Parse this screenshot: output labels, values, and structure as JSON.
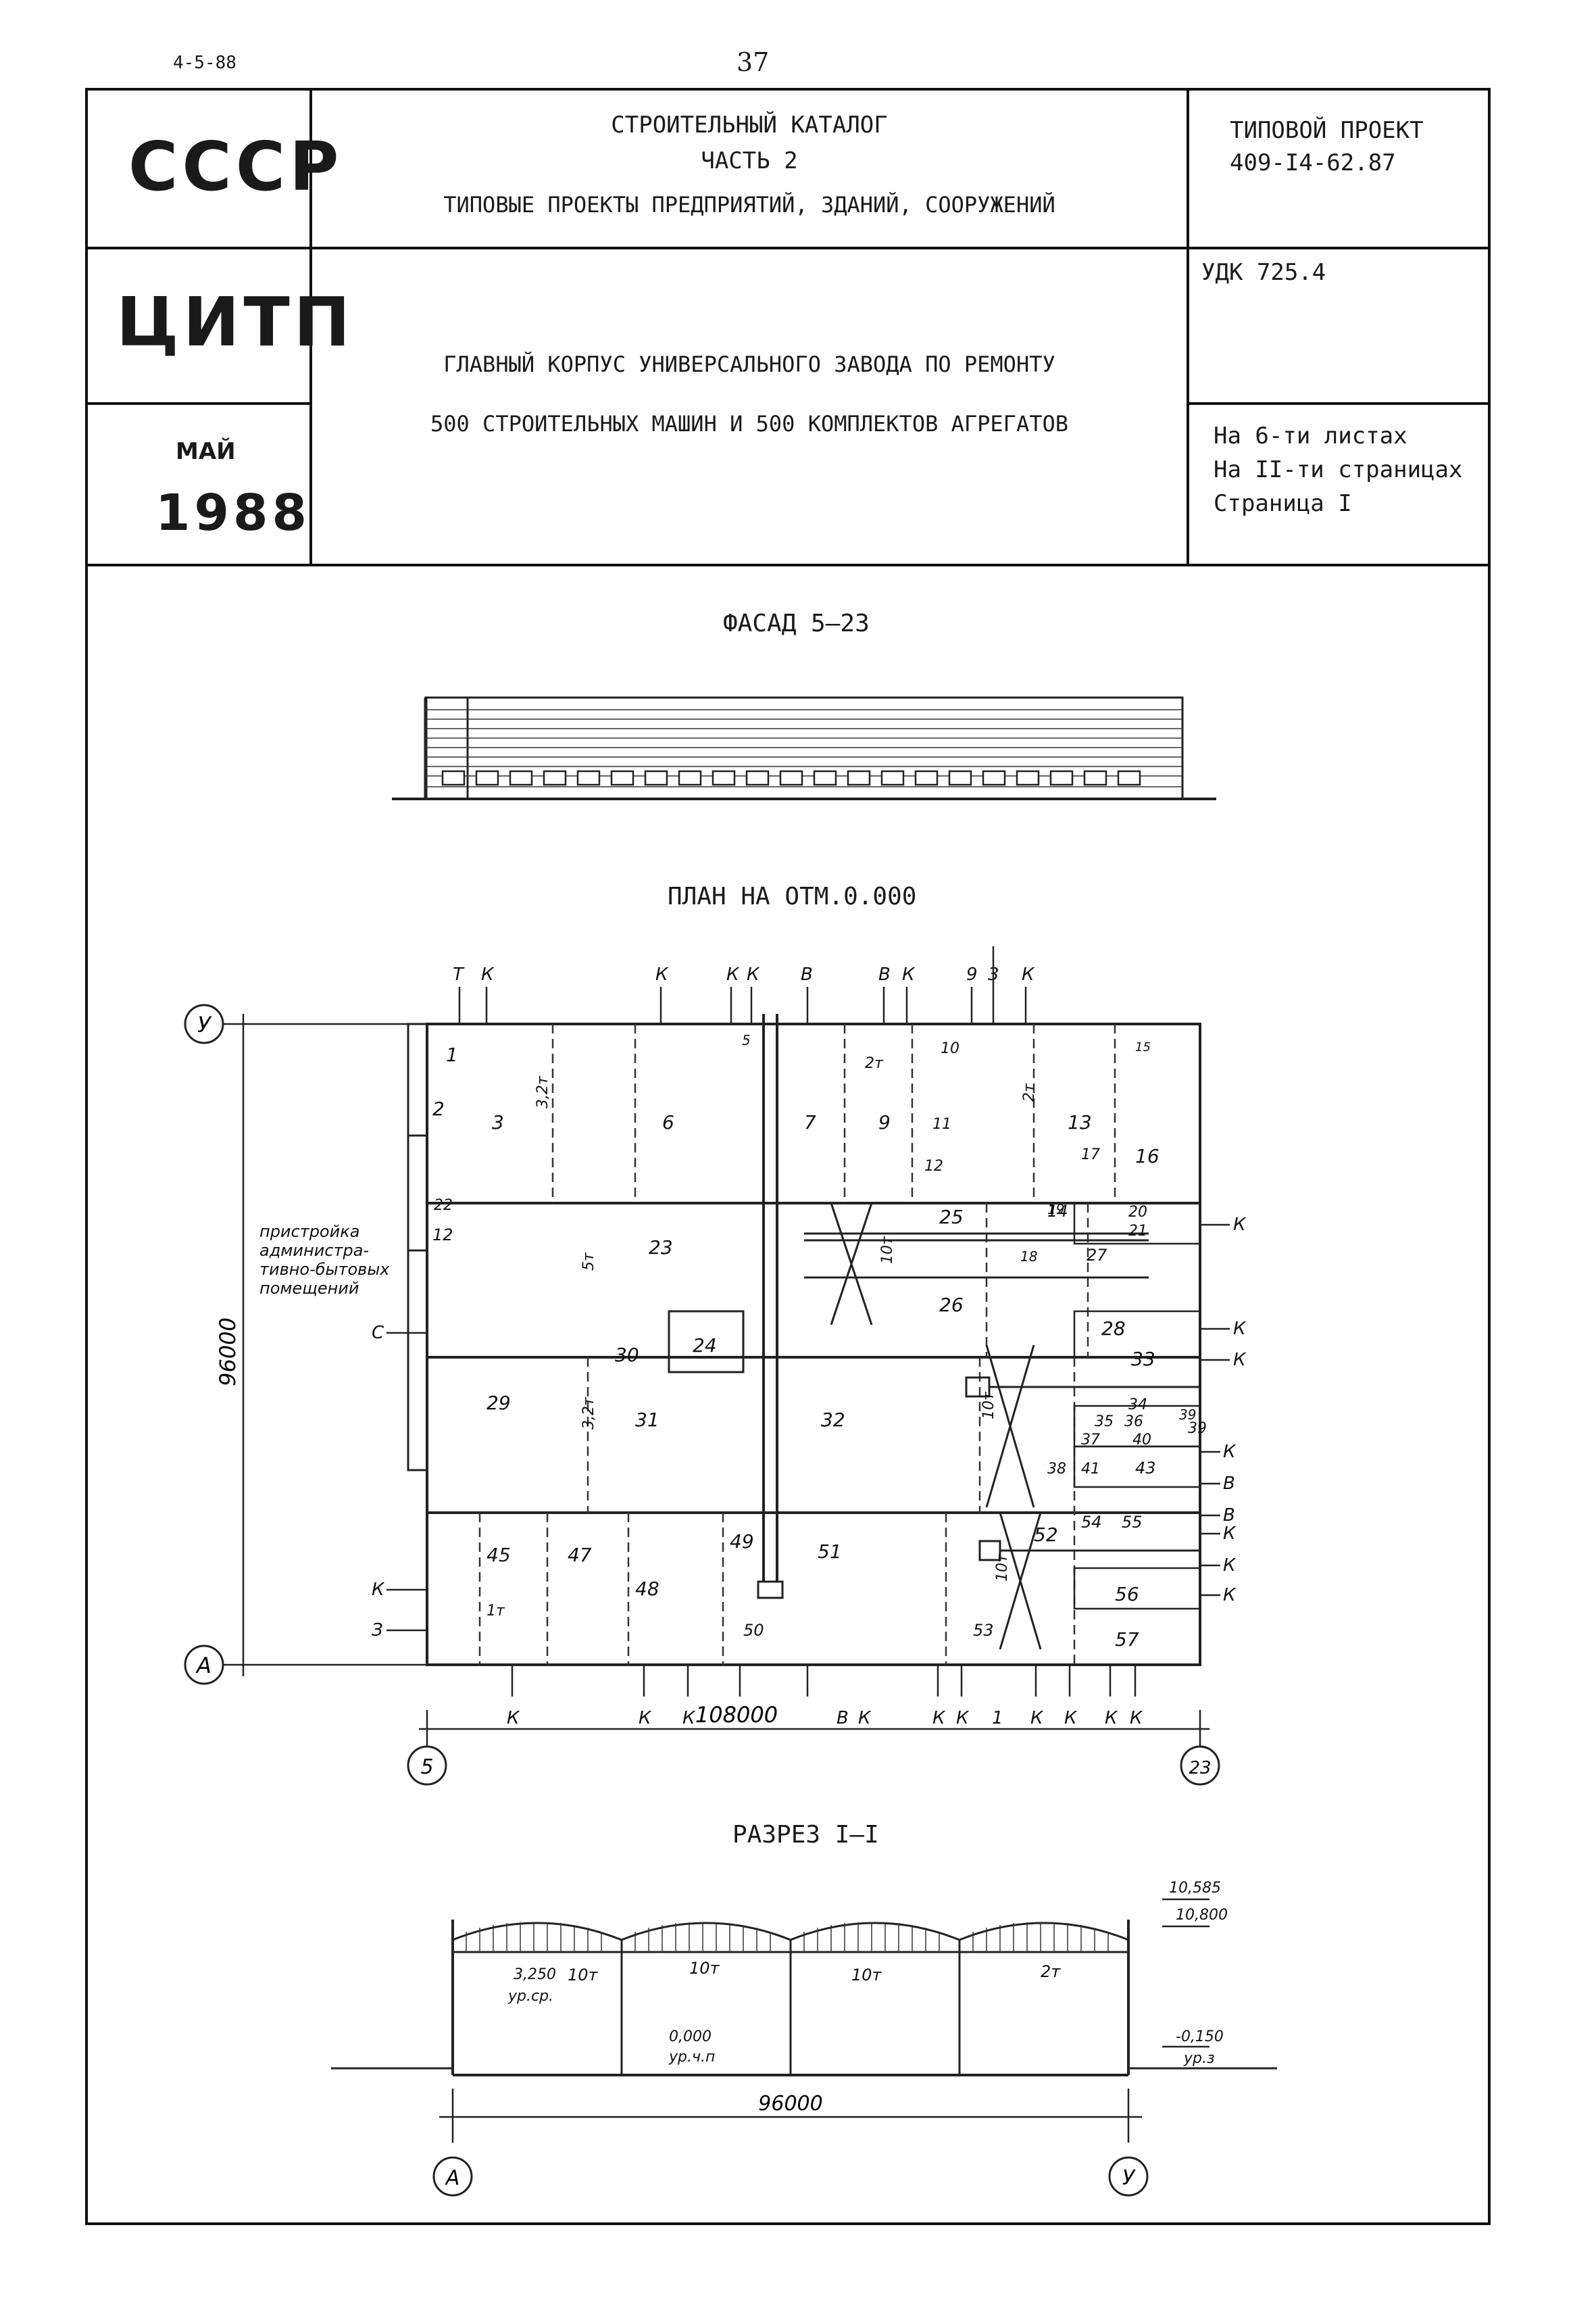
{
  "page": {
    "doc_code": "4-5-88",
    "page_number": "37"
  },
  "header": {
    "org_country": "СССР",
    "org_center": "ЦИТП",
    "month": "МАЙ",
    "year": "1988",
    "catalog_line1": "СТРОИТЕЛЬНЫЙ КАТАЛОГ",
    "catalog_line2": "ЧАСТЬ 2",
    "catalog_line3": "ТИПОВЫЕ ПРОЕКТЫ ПРЕДПРИЯТИЙ, ЗДАНИЙ, СООРУЖЕНИЙ",
    "project_label": "ТИПОВОЙ ПРОЕКТ",
    "project_code": "409-I4-62.87",
    "udk": "УДК 725.4",
    "title_line1": "ГЛАВНЫЙ КОРПУС УНИВЕРСАЛЬНОГО ЗАВОДА ПО РЕМОНТУ",
    "title_line2": "500 СТРОИТЕЛЬНЫХ МАШИН И 500 КОМПЛЕКТОВ АГРЕГАТОВ",
    "sheets": "На 6-ти листах",
    "pages": "На II-ти страницах",
    "page_label": "Страница I"
  },
  "drawings": {
    "facade_title": "ФАСАД 5–23",
    "plan_title": "ПЛАН НА ОТМ.0.000",
    "section_title": "РАЗРЕЗ I–I"
  },
  "plan": {
    "axis_top": "У",
    "axis_bottom": "А",
    "axis_left": "5",
    "axis_right": "23",
    "dim_height": "96000",
    "dim_width": "108000",
    "annex_note_1": "пристройка",
    "annex_note_2": "администра-",
    "annex_note_3": "тивно-бытовых",
    "annex_note_4": "помещений",
    "rooms": [
      "1",
      "2",
      "3",
      "6",
      "7",
      "9",
      "10",
      "11",
      "12",
      "13",
      "16",
      "14",
      "20",
      "21",
      "22",
      "12",
      "23",
      "25",
      "26",
      "27",
      "28",
      "29",
      "30",
      "24",
      "31",
      "32",
      "33",
      "34",
      "35",
      "36",
      "37",
      "38",
      "40",
      "41",
      "43",
      "45",
      "47",
      "48",
      "49",
      "50",
      "51",
      "52",
      "53",
      "54",
      "55",
      "56",
      "57",
      "5",
      "15",
      "17",
      "18",
      "19",
      "39"
    ],
    "crane_labels": [
      "3,2т",
      "5т",
      "3,2т",
      "10т",
      "10т",
      "10т",
      "1т",
      "2т",
      "2т"
    ],
    "input_labels_top": [
      "Т",
      "К",
      "К",
      "К",
      "К",
      "В",
      "В",
      "К",
      "9",
      "3",
      "К"
    ],
    "input_labels_bottom": [
      "К",
      "К",
      "К",
      "В",
      "К",
      "К",
      "К",
      "1",
      "К",
      "К",
      "К",
      "К"
    ],
    "input_labels_right": [
      "К",
      "К",
      "К",
      "39",
      "К",
      "В",
      "В",
      "К",
      "К",
      "К"
    ],
    "input_labels_left": [
      "С",
      "К",
      "З"
    ]
  },
  "section": {
    "dim_width": "96000",
    "axis_left": "А",
    "axis_right": "У",
    "elev_top": "10,585",
    "elev_mid": "10,800",
    "elev_ground": "-0,150",
    "elev_ground_label": "ур.з",
    "elev_floor": "0,000",
    "elev_floor_label": "ур.ч.п",
    "elev_pit": "3,250",
    "elev_pit_label": "ур.ср.",
    "cranes": [
      "10т",
      "10т",
      "10т",
      "2т"
    ]
  }
}
